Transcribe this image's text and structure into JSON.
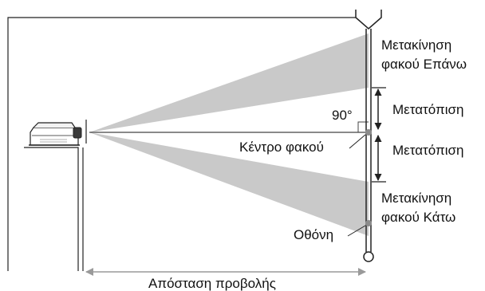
{
  "labels": {
    "lens_shift_up": [
      "Μετακίνηση",
      "φακού Επάνω"
    ],
    "angle": "90°",
    "shift_upper": "Μετατόπιση",
    "lens_center": "Κέντρο φακού",
    "shift_lower": "Μετατόπιση",
    "lens_shift_down": [
      "Μετακίνηση",
      "φακού Κάτω"
    ],
    "screen": "Οθόνη",
    "projection_distance": "Απόσταση προβολής"
  },
  "colors": {
    "beam": "#c9c9c9",
    "line": "#222222",
    "dimension": "#9a9a9a",
    "marker": "#8c8c8c"
  }
}
